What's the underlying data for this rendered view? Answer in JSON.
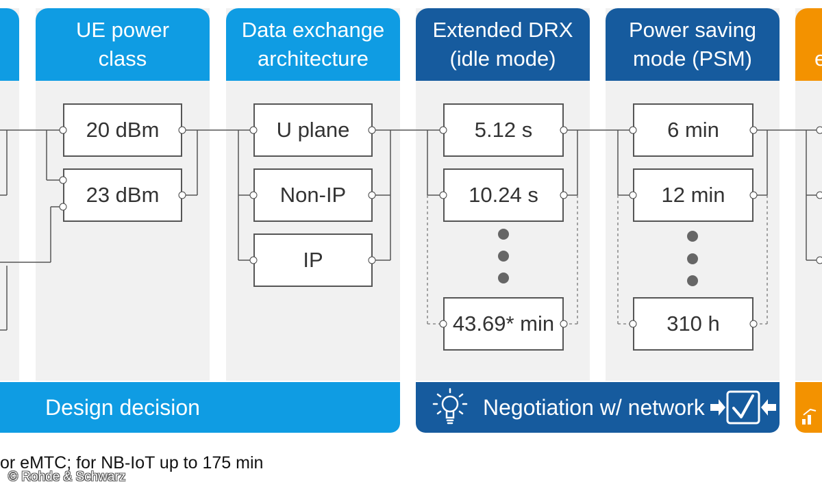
{
  "columns": [
    {
      "title_line1": "UE power",
      "title_line2": "class"
    },
    {
      "title_line1": "Data exchange",
      "title_line2": "architecture"
    },
    {
      "title_line1": "Extended DRX",
      "title_line2": "(idle mode)"
    },
    {
      "title_line1": "Power saving",
      "title_line2": "mode (PSM)"
    },
    {
      "title_line1": "e",
      "title_line2": ""
    }
  ],
  "power_class": [
    "20 dBm",
    "23 dBm"
  ],
  "architecture": [
    "U plane",
    "Non-IP",
    "IP"
  ],
  "edrx": [
    "5.12 s",
    "10.24 s",
    "43.69* min"
  ],
  "psm": [
    "6 min",
    "12 min",
    "310 h"
  ],
  "design_bar": {
    "label": "Design decision"
  },
  "negotiation_bar": {
    "label": "Negotiation w/ network"
  },
  "footnote": "or eMTC; for NB-IoT up to 175 min",
  "copyright": "© Rohde & Schwarz",
  "colors": {
    "light_blue": "#0f9ce3",
    "dark_blue": "#165b9e",
    "orange": "#f39200"
  },
  "icons": [
    "lightbulb-icon",
    "checkbox-icon",
    "arrow-right-icon",
    "arrow-left-icon",
    "chart-icon"
  ]
}
